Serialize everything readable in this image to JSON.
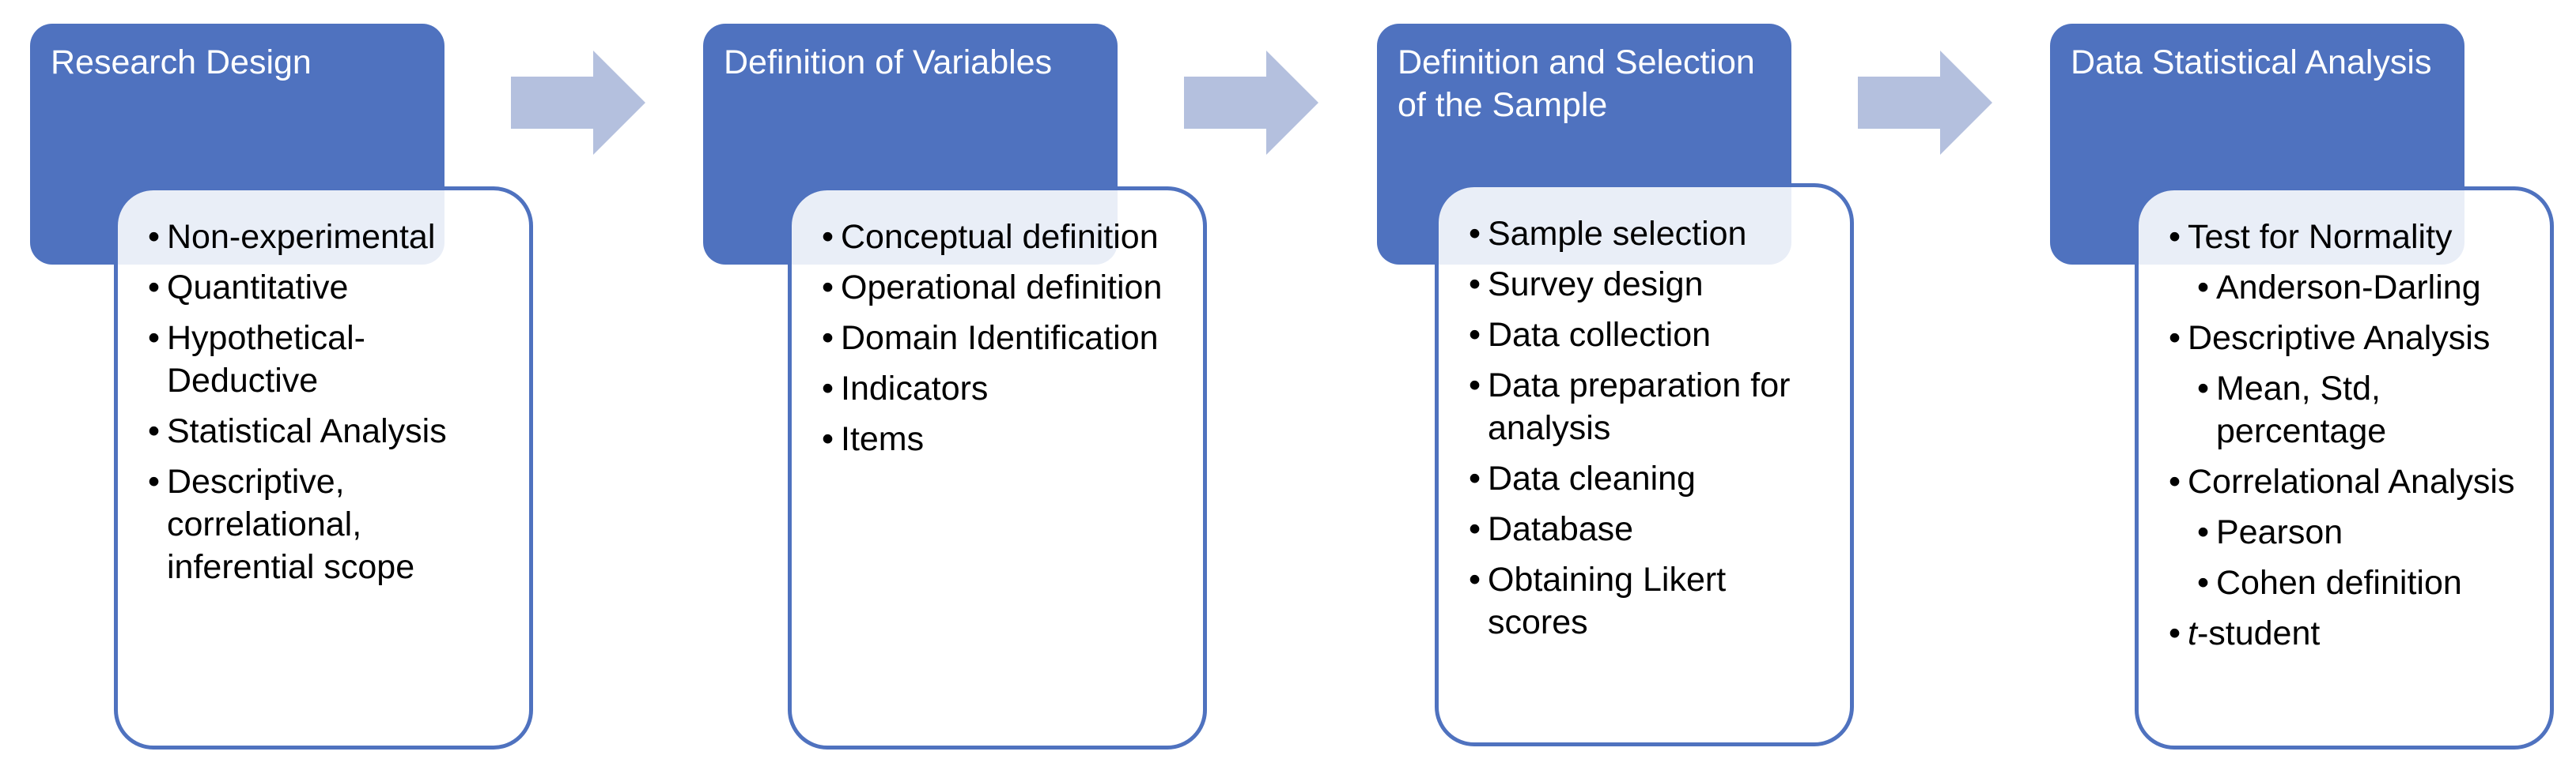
{
  "stages": [
    {
      "title": "Research Design",
      "items": [
        {
          "text": "Non-experimental",
          "level": 1
        },
        {
          "text": "Quantitative",
          "level": 1
        },
        {
          "text": "Hypothetical-Deductive",
          "level": 1
        },
        {
          "text": "Statistical Analysis",
          "level": 1
        },
        {
          "text": "Descriptive, correlational, inferential scope",
          "level": 1
        }
      ]
    },
    {
      "title": "Definition of Variables",
      "items": [
        {
          "text": "Conceptual definition",
          "level": 1
        },
        {
          "text": "Operational definition",
          "level": 1
        },
        {
          "text": "Domain Identification",
          "level": 1
        },
        {
          "text": "Indicators",
          "level": 1
        },
        {
          "text": "Items",
          "level": 1
        }
      ]
    },
    {
      "title": "Definition and Selection of the Sample",
      "items": [
        {
          "text": "Sample selection",
          "level": 1
        },
        {
          "text": "Survey design",
          "level": 1
        },
        {
          "text": "Data collection",
          "level": 1
        },
        {
          "text": "Data preparation for analysis",
          "level": 1
        },
        {
          "text": "Data cleaning",
          "level": 1
        },
        {
          "text": "Database",
          "level": 1
        },
        {
          "text": "Obtaining Likert scores",
          "level": 1
        }
      ]
    },
    {
      "title": "Data Statistical Analysis",
      "items": [
        {
          "text": "Test for Normality",
          "level": 1
        },
        {
          "text": "Anderson-Darling",
          "level": 2
        },
        {
          "text": "Descriptive Analysis",
          "level": 1
        },
        {
          "text": "Mean, Std, percentage",
          "level": 2
        },
        {
          "text": "Correlational Analysis",
          "level": 1
        },
        {
          "text": "Pearson",
          "level": 2
        },
        {
          "text": "Cohen definition",
          "level": 2
        },
        {
          "text": "t-student",
          "level": 1
        }
      ]
    }
  ],
  "bullet": "•",
  "colors": {
    "header_fill": "#4f72bf",
    "card_border": "#4f72bf",
    "arrow_fill": "#b4c0de"
  }
}
